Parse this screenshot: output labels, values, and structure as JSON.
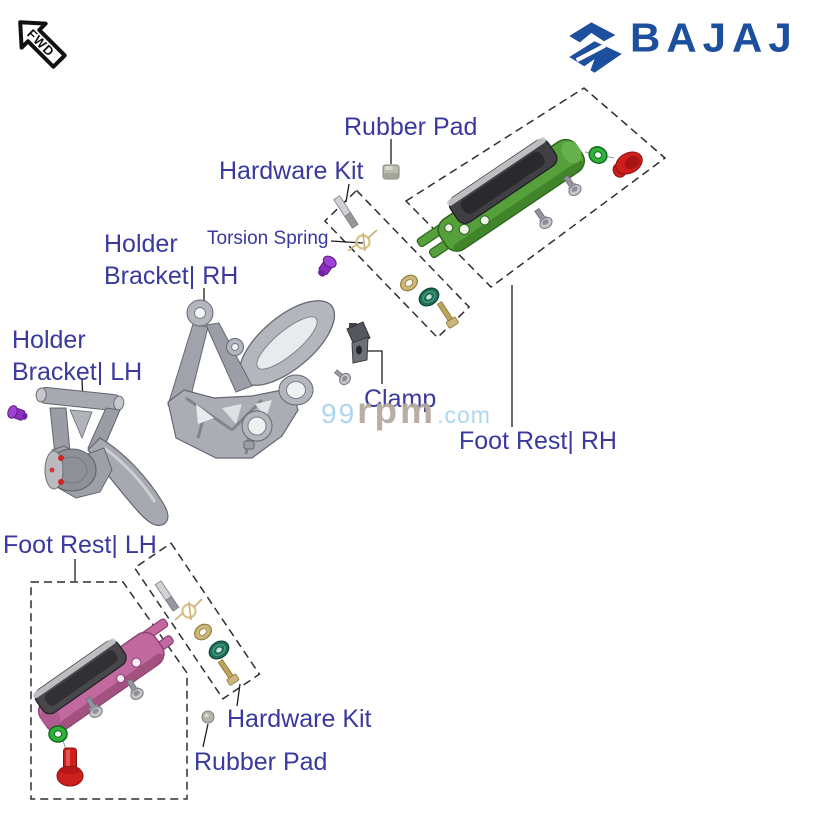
{
  "header": {
    "fwd_badge": "FWD",
    "brand": "BAJAJ"
  },
  "watermark": {
    "prefix": "99",
    "mid": "rpm",
    "suffix": ".com"
  },
  "labels": {
    "rubber_pad_top": "Rubber Pad",
    "hardware_kit_top": "Hardware Kit",
    "torsion_spring": "Torsion Spring",
    "holder_bracket_rh": {
      "line1": "Holder",
      "line2": "Bracket| RH"
    },
    "holder_bracket_lh": {
      "line1": "Holder",
      "line2": "Bracket| LH"
    },
    "clamp": "Clamp",
    "foot_rest_rh": "Foot Rest| RH",
    "foot_rest_lh": "Foot Rest| LH",
    "hardware_kit_bottom": "Hardware Kit",
    "rubber_pad_bottom": "Rubber Pad"
  },
  "palette": {
    "label_text": "#39399e",
    "brand_blue": "#1d4f9f",
    "footrest_rh_green": "#55a03a",
    "footrest_lh_pink": "#c2699f",
    "pad_dark": "#3f3f44",
    "red_cap": "#ce1f1f",
    "green_ring": "#2fb13a",
    "teal_washer": "#1f6f58",
    "tan_hardware": "#cdb67c",
    "purple_bolt": "#8b2fc0",
    "metal_gray": "#b4b6bd",
    "watermark_blue": "#a6d3ee",
    "watermark_gray": "#b2a89d"
  }
}
